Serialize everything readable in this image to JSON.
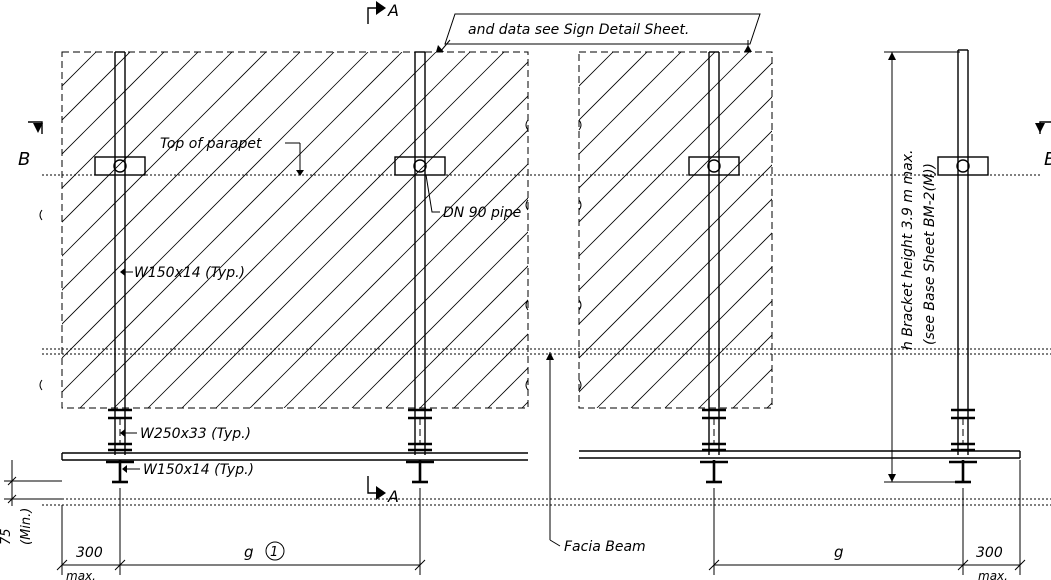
{
  "callouts": {
    "sign_data": "and data see Sign Detail Sheet.",
    "top_of_parapet": "Top of parapet",
    "dn90_pipe": "DN 90 pipe",
    "post_w150_upper": "W150x14 (Typ.)",
    "beam_w250": "W250x33 (Typ.)",
    "post_w150_lower": "W150x14 (Typ.)",
    "facia_beam": "Facia Beam"
  },
  "section_marks": {
    "a_top": "A",
    "a_bottom": "A",
    "b_left": "B",
    "b_right": "B"
  },
  "bracket_note": {
    "line1": "h Bracket height 3.9 m max.",
    "line2": "(see Base Sheet BM-2(M))"
  },
  "dimensions": {
    "left_offset": "300",
    "left_max": "max.",
    "gap_left": "g",
    "note_number": "1",
    "gap_right": "g",
    "right_offset": "300",
    "right_max": "max.",
    "min_value": "75",
    "min_label": "(Min.)"
  }
}
